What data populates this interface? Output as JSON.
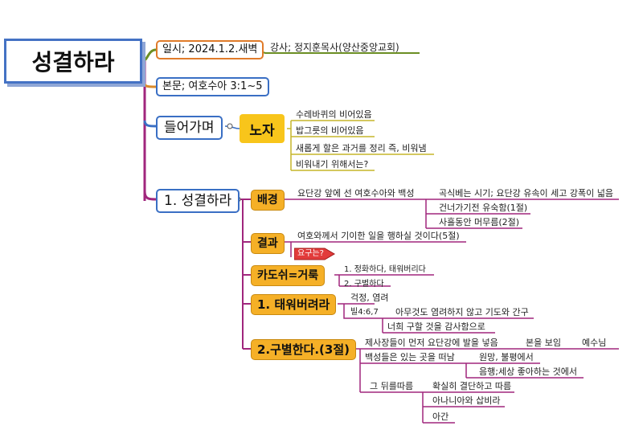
{
  "root": {
    "title": "성결하라"
  },
  "info": {
    "date": "일시; 2024.1.2.새벽",
    "speaker": "강사; 정지훈목사(양산중앙교회)",
    "text": "본문; 여호수아 3:1~5"
  },
  "intro": {
    "title": "들어가며",
    "keyword": "노자",
    "items": [
      "수레바퀴의 비어있음",
      "밥그릇의 비어있음",
      "새롭게 할은 과거를 정리 즉, 비워냄",
      "비워내기 위해서는?"
    ]
  },
  "section1": {
    "title": "1. 성결하라",
    "background": {
      "label": "배경",
      "main": "요단강 앞에 선 여호수아와 백성",
      "items": [
        "곡식베는 시기; 요단강 유속이 세고 강폭이 넓음",
        "건너가기전 유숙함(1절)",
        "사흘동안 머무름(2절)"
      ]
    },
    "result": {
      "label": "결과",
      "main": "여호와께서 기이한 일을 행하실 것이다(5절)",
      "tag": "요구는?"
    },
    "kadosh": {
      "label": "카도쉬=거룩",
      "items": [
        "1. 정화하다, 태워버리다",
        "2. 구별하다"
      ]
    },
    "burn": {
      "label": "1. 태워버려라",
      "items": [
        "걱정, 염려",
        "빌4:6,7",
        "아무것도 염려하지 않고 기도와 간구",
        "너희 구할 것을 감사함으로"
      ]
    },
    "separate": {
      "label": "2.구별한다.(3절)",
      "priests": "제사장들이 먼저 요단강에 발을 넣음",
      "ark": "본을 보임",
      "jesus": "예수님",
      "people": "백성들은 있는 곳을 떠남",
      "leave": [
        "원망, 불평에서",
        "음행;세상 좋아하는 것에서"
      ],
      "follow": "그 뒤를따름",
      "follow_items": [
        "확실히 결단하고 따름",
        "아나니아와 삽비라",
        "아간"
      ]
    }
  }
}
